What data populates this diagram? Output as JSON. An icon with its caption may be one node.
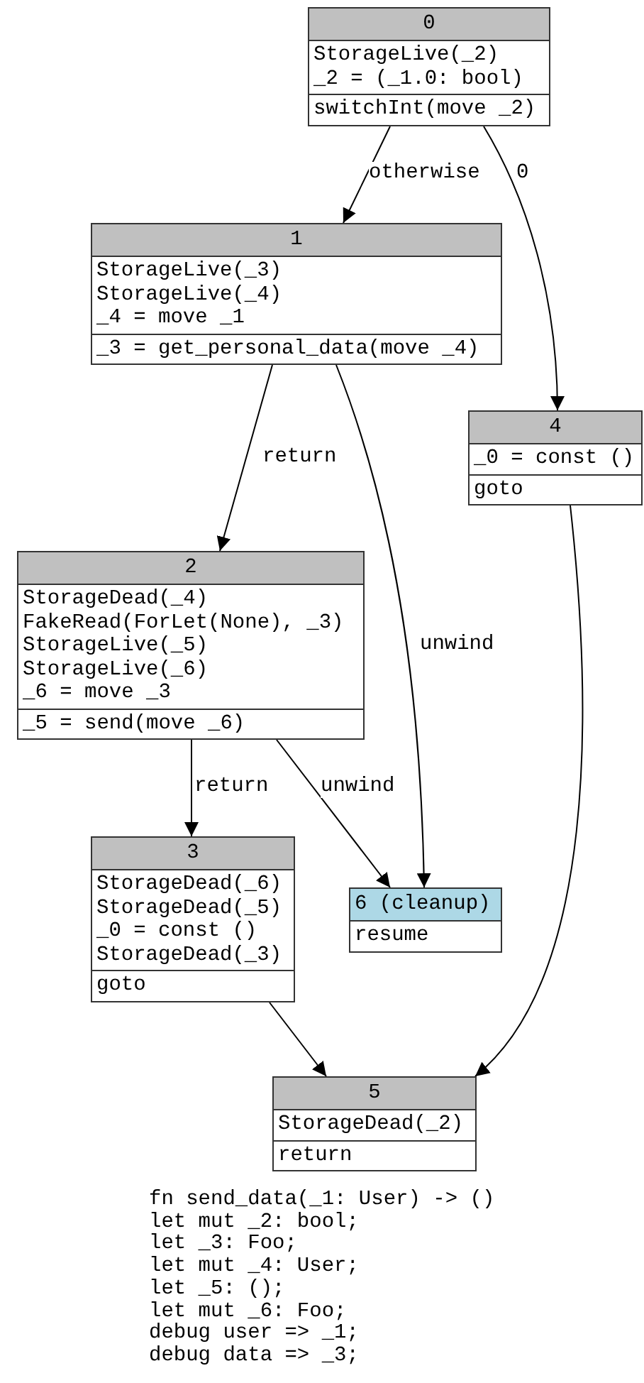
{
  "diagram": {
    "nodes": [
      {
        "text": [
          "0",
          "StorageLive(_2)",
          "_2 = (_1.0: bool)",
          "switchInt(move _2)"
        ]
      },
      {
        "text": [
          "1",
          "StorageLive(_3)",
          "StorageLive(_4)",
          "_4 = move _1",
          "_3 = get_personal_data(move _4)"
        ]
      },
      {
        "text": [
          "2",
          "StorageDead(_4)",
          "FakeRead(ForLet(None), _3)",
          "StorageLive(_5)",
          "StorageLive(_6)",
          "_6 = move _3",
          "_5 = send(move _6)"
        ]
      },
      {
        "text": [
          "3",
          "StorageDead(_6)",
          "StorageDead(_5)",
          "_0 = const ()",
          "StorageDead(_3)",
          "goto"
        ]
      },
      {
        "text": [
          "4",
          "_0 = const ()",
          "goto"
        ]
      },
      {
        "text": [
          "5",
          "StorageDead(_2)",
          "return"
        ]
      },
      {
        "text": [
          "6 (cleanup)",
          "resume"
        ]
      }
    ],
    "edges": [
      {
        "from": 0,
        "to": 1,
        "arrow": "to",
        "label": "otherwise"
      },
      {
        "from": 0,
        "to": 4,
        "arrow": "to",
        "label": "0"
      },
      {
        "from": 1,
        "to": 2,
        "arrow": "to",
        "label": "return"
      },
      {
        "from": 1,
        "to": 6,
        "arrow": "to",
        "label": "unwind"
      },
      {
        "from": 2,
        "to": 3,
        "arrow": "to",
        "label": "return"
      },
      {
        "from": 2,
        "to": 6,
        "arrow": "to",
        "label": "unwind"
      },
      {
        "from": 3,
        "to": 5,
        "arrow": "to"
      },
      {
        "from": 4,
        "to": 5,
        "arrow": "to"
      }
    ],
    "labels": [
      "fn send_data(_1: User) -> ()",
      "let mut _2: bool;",
      "let _3: Foo;",
      "let mut _4: User;",
      "let _5: ();",
      "let mut _6: Foo;",
      "debug user => _1;",
      "debug data => _3;"
    ]
  }
}
